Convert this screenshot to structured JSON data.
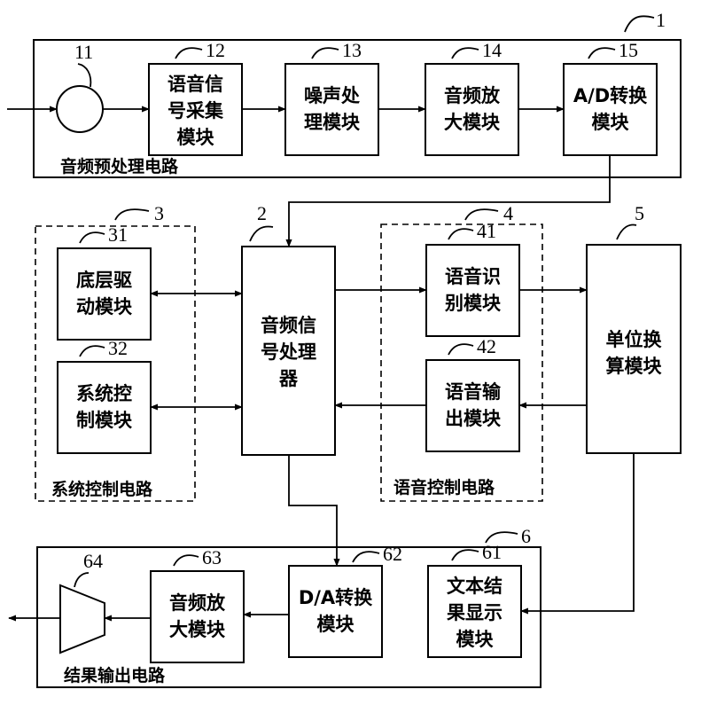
{
  "modules": {
    "m11": {
      "ref": "11"
    },
    "m12": {
      "ref": "12",
      "lines": [
        "语音信",
        "号采集",
        "模块"
      ]
    },
    "m13": {
      "ref": "13",
      "lines": [
        "噪声处",
        "理模块"
      ]
    },
    "m14": {
      "ref": "14",
      "lines": [
        "音频放",
        "大模块"
      ]
    },
    "m15": {
      "ref": "15",
      "lines": [
        "A/D转换",
        "模块"
      ]
    },
    "m2": {
      "ref": "2",
      "lines": [
        "音频信",
        "号处理",
        "器"
      ]
    },
    "m31": {
      "ref": "31",
      "lines": [
        "底层驱",
        "动模块"
      ]
    },
    "m32": {
      "ref": "32",
      "lines": [
        "系统控",
        "制模块"
      ]
    },
    "m41": {
      "ref": "41",
      "lines": [
        "语音识",
        "别模块"
      ]
    },
    "m42": {
      "ref": "42",
      "lines": [
        "语音输",
        "出模块"
      ]
    },
    "m5": {
      "ref": "5",
      "lines": [
        "单位换",
        "算模块"
      ]
    },
    "m61": {
      "ref": "61",
      "lines": [
        "文本结",
        "果显示",
        "模块"
      ]
    },
    "m62": {
      "ref": "62",
      "lines": [
        "D/A转换",
        "模块"
      ]
    },
    "m63": {
      "ref": "63",
      "lines": [
        "音频放",
        "大模块"
      ]
    },
    "m64": {
      "ref": "64"
    }
  },
  "groups": {
    "g1": {
      "ref": "1",
      "label": "音频预处理电路"
    },
    "g3": {
      "ref": "3",
      "label": "系统控制电路"
    },
    "g4": {
      "ref": "4",
      "label": "语音控制电路"
    },
    "g6": {
      "ref": "6",
      "label": "结果输出电路"
    }
  }
}
